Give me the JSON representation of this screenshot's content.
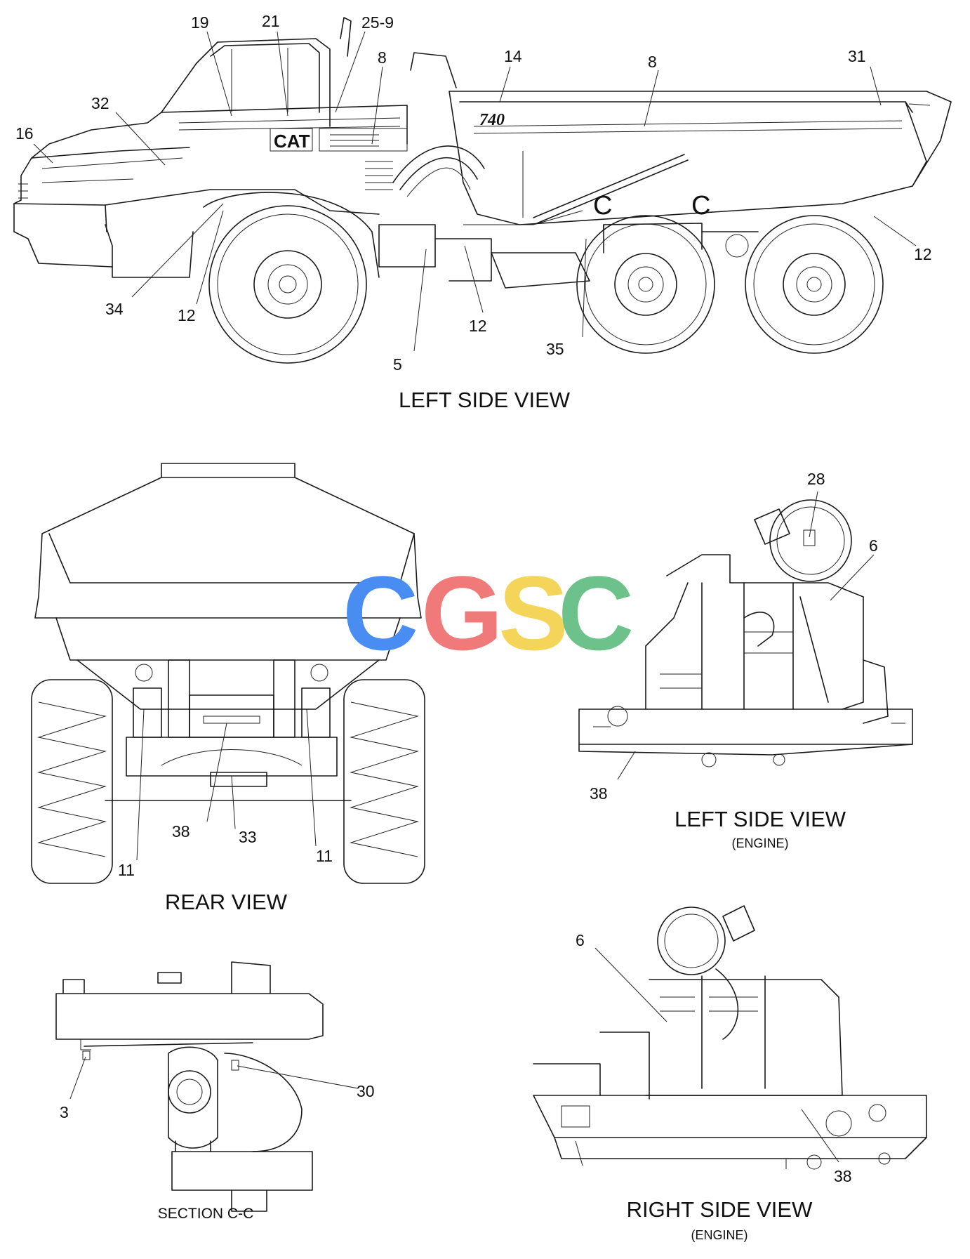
{
  "views": {
    "left_side": "LEFT SIDE VIEW",
    "rear": "REAR VIEW",
    "engine_left": "LEFT SIDE VIEW",
    "engine_left_sub": "(ENGINE)",
    "engine_right": "RIGHT SIDE VIEW",
    "engine_right_sub": "(ENGINE)",
    "section": "SECTION C-C"
  },
  "section_markers": [
    "C",
    "C"
  ],
  "decals": {
    "model": "740",
    "brand": "CAT"
  },
  "watermark": {
    "letters": [
      "C",
      "G",
      "S",
      "C"
    ],
    "colors": [
      "#4a8df2",
      "#f07a7a",
      "#f5d45a",
      "#6cc28a"
    ]
  },
  "callouts": {
    "c19": "19",
    "c21": "21",
    "c25_9": "25-9",
    "c8a": "8",
    "c14": "14",
    "c8b": "8",
    "c31": "31",
    "c32": "32",
    "c16": "16",
    "c34": "34",
    "c12a": "12",
    "c5": "5",
    "c12b": "12",
    "c35": "35",
    "c12c": "12",
    "c28": "28",
    "c6a": "6",
    "c38a": "38",
    "c38b": "38",
    "c33": "33",
    "c11a": "11",
    "c11b": "11",
    "c6b": "6",
    "c38c": "38",
    "c3": "3",
    "c30": "30"
  }
}
